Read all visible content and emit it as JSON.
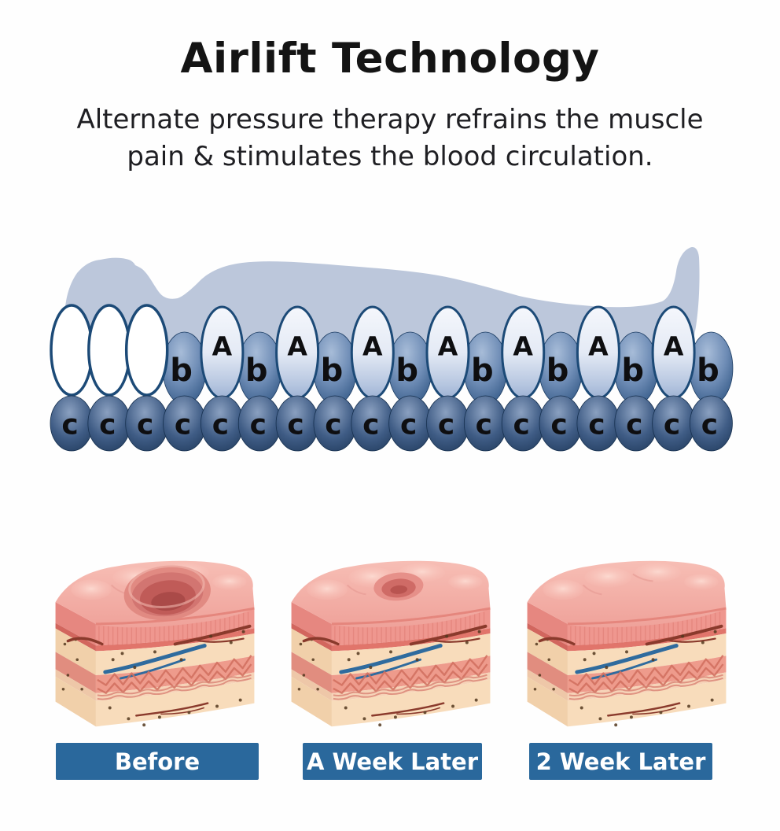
{
  "title": "Airlift Technology",
  "subtitle": {
    "line1": "Alternate pressure therapy refrains the muscle",
    "line2": "pain & stimulates the blood circulation."
  },
  "mattress_diagram": {
    "person": "patient lying on back",
    "top_row_cells": [
      "empty",
      "empty",
      "empty",
      "b",
      "A",
      "b",
      "A",
      "b",
      "A",
      "b",
      "A",
      "b",
      "A",
      "b",
      "A",
      "b",
      "A",
      "b"
    ],
    "bottom_row_cells": [
      "c",
      "c",
      "c",
      "c",
      "c",
      "c",
      "c",
      "c",
      "c",
      "c",
      "c",
      "c",
      "c",
      "c",
      "c",
      "c",
      "c",
      "c"
    ]
  },
  "healing_stages": [
    {
      "label": "Before",
      "wound": "deep"
    },
    {
      "label": "A Week Later",
      "wound": "shallow"
    },
    {
      "label": "2 Week Later",
      "wound": "healed"
    }
  ],
  "colors": {
    "background": "#fefefe",
    "title_text": "#141414",
    "subtitle_text": "#1f1f23",
    "silhouette": "#bcc7db",
    "cell_outline": "#1c4a77",
    "cell_letter": "#0e0e10",
    "label_bar_bg": "#2a689c",
    "label_bar_text": "#ffffff"
  }
}
